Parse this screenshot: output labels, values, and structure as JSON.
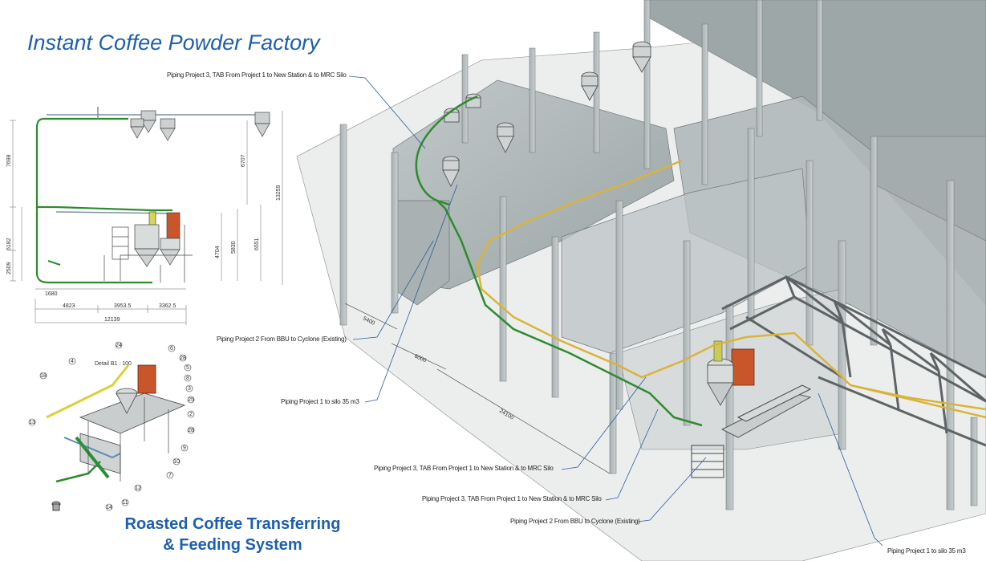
{
  "titles": {
    "main": "Instant Coffee Powder Factory",
    "sub_line1": "Roasted Coffee Transferring",
    "sub_line2": "& Feeding System"
  },
  "callouts": [
    "Piping Project 3, TAB From Project 1  to New Station & to MRC Silo",
    "Piping Project 2 From BBU  to Cyclone (Existing)",
    "Piping Project 1 to silo 35 m3",
    "Piping Project 3, TAB From Project 1  to New Station & to MRC Silo",
    "Piping Project 3, TAB From Project 1  to New Station & to MRC Silo",
    "Piping Project 2 From BBU  to Cyclone (Existing)",
    "Piping Project 1 to silo 35 m3"
  ],
  "elevation_dims": {
    "left": [
      "7698",
      "6182",
      "2509"
    ],
    "right": [
      "6707",
      "13259",
      "4704",
      "5830",
      "6551"
    ],
    "bottom_row1": [
      "1680"
    ],
    "bottom_row2": [
      "4823",
      "3953.5",
      "3362.5"
    ],
    "bottom_total": "12139"
  },
  "iso_dims": [
    "5400",
    "6000",
    "24100"
  ],
  "detail": {
    "label": "Detail B1 : 100",
    "balloons": [
      "4",
      "24",
      "6",
      "28",
      "5",
      "8",
      "3",
      "25",
      "2",
      "28",
      "18",
      "13",
      "9",
      "10",
      "7",
      "12",
      "11",
      "14"
    ]
  },
  "colors": {
    "title_blue": "#1d5fae",
    "pipe_green": "#2e8b2e",
    "pipe_yellow": "#d9b43a",
    "glass": "#9aa5a6",
    "structure": "#8e9496",
    "callout_line": "#2a5d9e",
    "cyclone_orange": "#c8562a"
  }
}
